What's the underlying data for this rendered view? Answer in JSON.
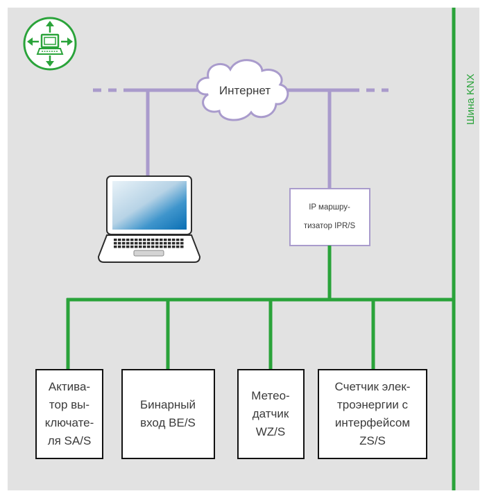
{
  "colors": {
    "background": "#e2e2e2",
    "knx_bus": "#2aa33a",
    "ip_link": "#a99bcc",
    "box_border": "#111111",
    "router_border": "#a99bcc",
    "text": "#3a3a3a"
  },
  "icon": {
    "name": "computer-network-icon"
  },
  "bus_label": "Шина KNX",
  "cloud_label": "Интернет",
  "router": {
    "line1": "IP маршру-",
    "line2": "тизатор IPR/S"
  },
  "devices": [
    {
      "lines": [
        "Актива-",
        "тор вы-",
        "ключате-",
        "ля SA/S"
      ]
    },
    {
      "lines": [
        "Бинарный",
        "вход BE/S"
      ]
    },
    {
      "lines": [
        "Метео-",
        "датчик",
        "WZ/S"
      ]
    },
    {
      "lines": [
        "Счетчик элек-",
        "троэнергии с",
        "интерфейсом",
        "ZS/S"
      ]
    }
  ]
}
